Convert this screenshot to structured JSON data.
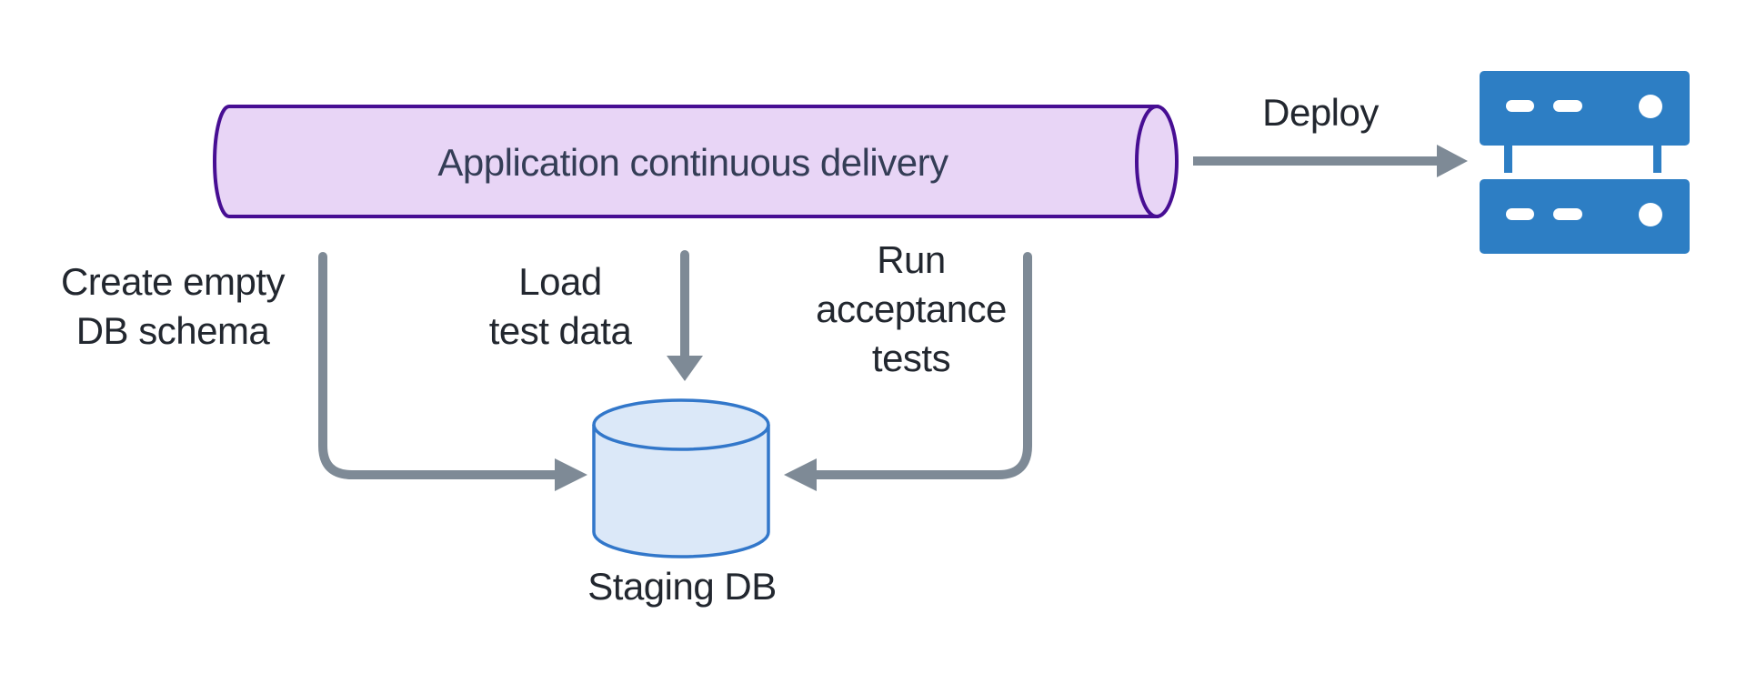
{
  "diagram": {
    "pipeline": {
      "label": "Application continuous delivery"
    },
    "deploy": {
      "label": "Deploy"
    },
    "flows": {
      "create_schema": {
        "line1": "Create empty",
        "line2": "DB schema"
      },
      "load_test_data": {
        "line1": "Load",
        "line2": "test data"
      },
      "run_acceptance_tests": {
        "line1": "Run",
        "line2": "acceptance",
        "line3": "tests"
      }
    },
    "staging_db": {
      "label": "Staging DB"
    },
    "icons": {
      "target": "server-rack-icon",
      "database": "database-cylinder-icon"
    },
    "colors": {
      "background": "#ffffff",
      "pipe-fill": "#e8d5f6",
      "pipe-stroke": "#470e93",
      "pipe-text": "#343d56",
      "db-fill": "#dbe8f8",
      "db-stroke": "#3277ca",
      "server-blue": "#2d7ec4",
      "arrow-gray": "#7e8a96",
      "text-dark": "#22272f"
    }
  }
}
